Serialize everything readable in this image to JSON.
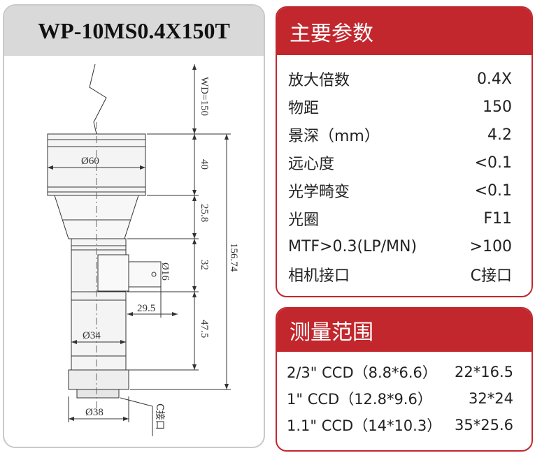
{
  "model": "WP-10MS0.4X150T",
  "drawing_labels": {
    "wd": "WD=150",
    "d60": "Ø60",
    "h40": "40",
    "h25_8": "25.8",
    "h32": "32",
    "total": "156.74",
    "d16": "Ø16",
    "w29_5": "29.5",
    "d34": "Ø34",
    "h47_5": "47.5",
    "d38": "Ø38",
    "c_mount": "C接口"
  },
  "main_params": {
    "title": "主要参数",
    "rows": [
      {
        "label": "放大倍数",
        "value": "0.4X"
      },
      {
        "label": "物距",
        "value": "150"
      },
      {
        "label": "景深（mm）",
        "value": "4.2"
      },
      {
        "label": "远心度",
        "value": "<0.1"
      },
      {
        "label": "光学畸变",
        "value": "<0.1"
      },
      {
        "label": "光圈",
        "value": "F11"
      },
      {
        "label": "MTF>0.3(LP/MN)",
        "value": ">100"
      },
      {
        "label": "相机接口",
        "value": "C接口"
      }
    ]
  },
  "measure_range": {
    "title": "测量范围",
    "rows": [
      {
        "label": "2/3\" CCD（8.8*6.6）",
        "value": "22*16.5"
      },
      {
        "label": "1\" CCD（12.8*9.6）",
        "value": "32*24"
      },
      {
        "label": "1.1\" CCD（14*10.3）",
        "value": "35*25.6"
      }
    ]
  },
  "colors": {
    "accent": "#c1272d",
    "header_gray": "#d9d9d9",
    "border_gray": "#c9c9c9"
  }
}
